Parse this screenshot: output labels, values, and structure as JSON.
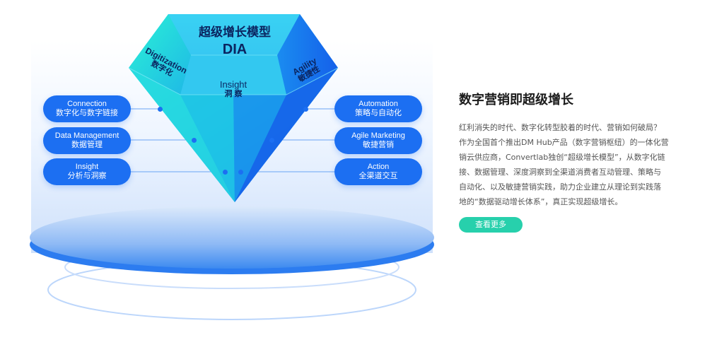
{
  "diagram": {
    "title": "超级增长模型",
    "subtitle": "DIA",
    "facets": {
      "digitization": {
        "en": "Digitization",
        "zh": "数字化"
      },
      "insight": {
        "en": "Insight",
        "zh": "洞 察"
      },
      "agility": {
        "en": "Agility",
        "zh": "敏捷性"
      }
    },
    "left_items": [
      {
        "en": "Connection",
        "zh": "数字化与数字链接"
      },
      {
        "en": "Data Management",
        "zh": "数据管理"
      },
      {
        "en": "Insight",
        "zh": "分析与洞察"
      }
    ],
    "right_items": [
      {
        "en": "Automation",
        "zh": "策略与自动化"
      },
      {
        "en": "Agile Marketing",
        "zh": "敏捷营销"
      },
      {
        "en": "Action",
        "zh": "全渠道交互"
      }
    ]
  },
  "content": {
    "heading": "数字营销即超级增长",
    "paragraph": "红利消失的时代、数字化转型胶着的时代、营销如何破局？\n作为全国首个推出DM Hub产品（数字营销枢纽）的一体化营\n销云供应商，Convertlab独创“超级增长模型”，从数字化链\n接、数据管理、深度洞察到全渠道消费者互动管理、策略与\n自动化、以及敏捷营销实践，助力企业建立从理论到实践落\n地的“数据驱动增长体系”，真正实现超级增长。",
    "button": "查看更多"
  },
  "colors": {
    "pill": "#1c6ff2",
    "accent": "#27d0ac",
    "gem_cyan": "#2ee6d6",
    "gem_blue": "#1a73f0"
  }
}
